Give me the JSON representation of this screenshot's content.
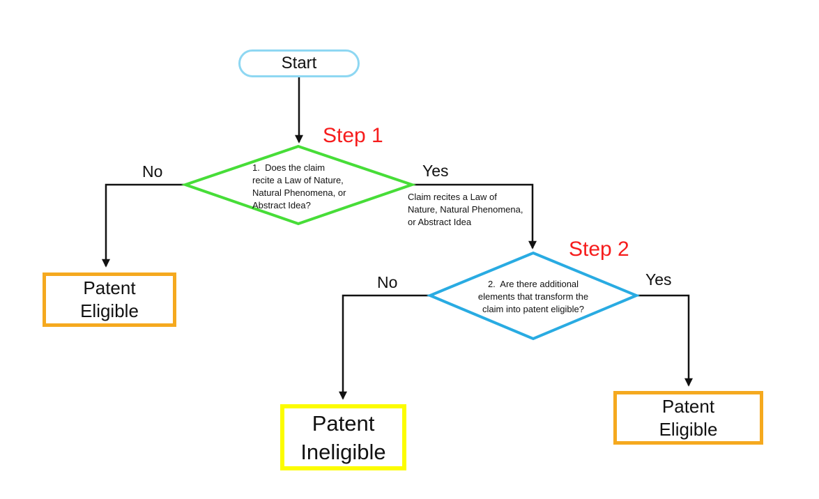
{
  "labels": {
    "step1": "Step 1",
    "step2": "Step 2"
  },
  "nodes": {
    "start": {
      "label": "Start"
    },
    "diamond1": {
      "lines": [
        "1.  Does the claim",
        "recite a Law of Nature,",
        "Natural Phenomena, or",
        "Abstract Idea?"
      ]
    },
    "diamond2": {
      "lines": [
        "2.  Are there additional",
        "elements that transform the",
        "claim into patent eligible?"
      ]
    },
    "patent_eligible_left": {
      "lines": [
        "Patent",
        "Eligible"
      ]
    },
    "patent_ineligible": {
      "lines": [
        "Patent",
        "Ineligible"
      ]
    },
    "patent_eligible_right": {
      "lines": [
        "Patent",
        "Eligible"
      ]
    }
  },
  "edges": {
    "step1_no": "No",
    "step1_yes": "Yes",
    "step2_no": "No",
    "step2_yes": "Yes",
    "step1_yes_annotation": {
      "lines": [
        "Claim recites a Law of",
        "Nature, Natural Phenomena,",
        "or Abstract Idea"
      ]
    }
  },
  "colors": {
    "start_border": "#8ed7f2",
    "step1_diamond": "#47dd38",
    "step2_diamond": "#29abe2",
    "eligible_border": "#f5a91f",
    "ineligible_border": "#fcfc00",
    "step_label": "#f61c1c",
    "wire": "#111111",
    "text": "#111111"
  }
}
